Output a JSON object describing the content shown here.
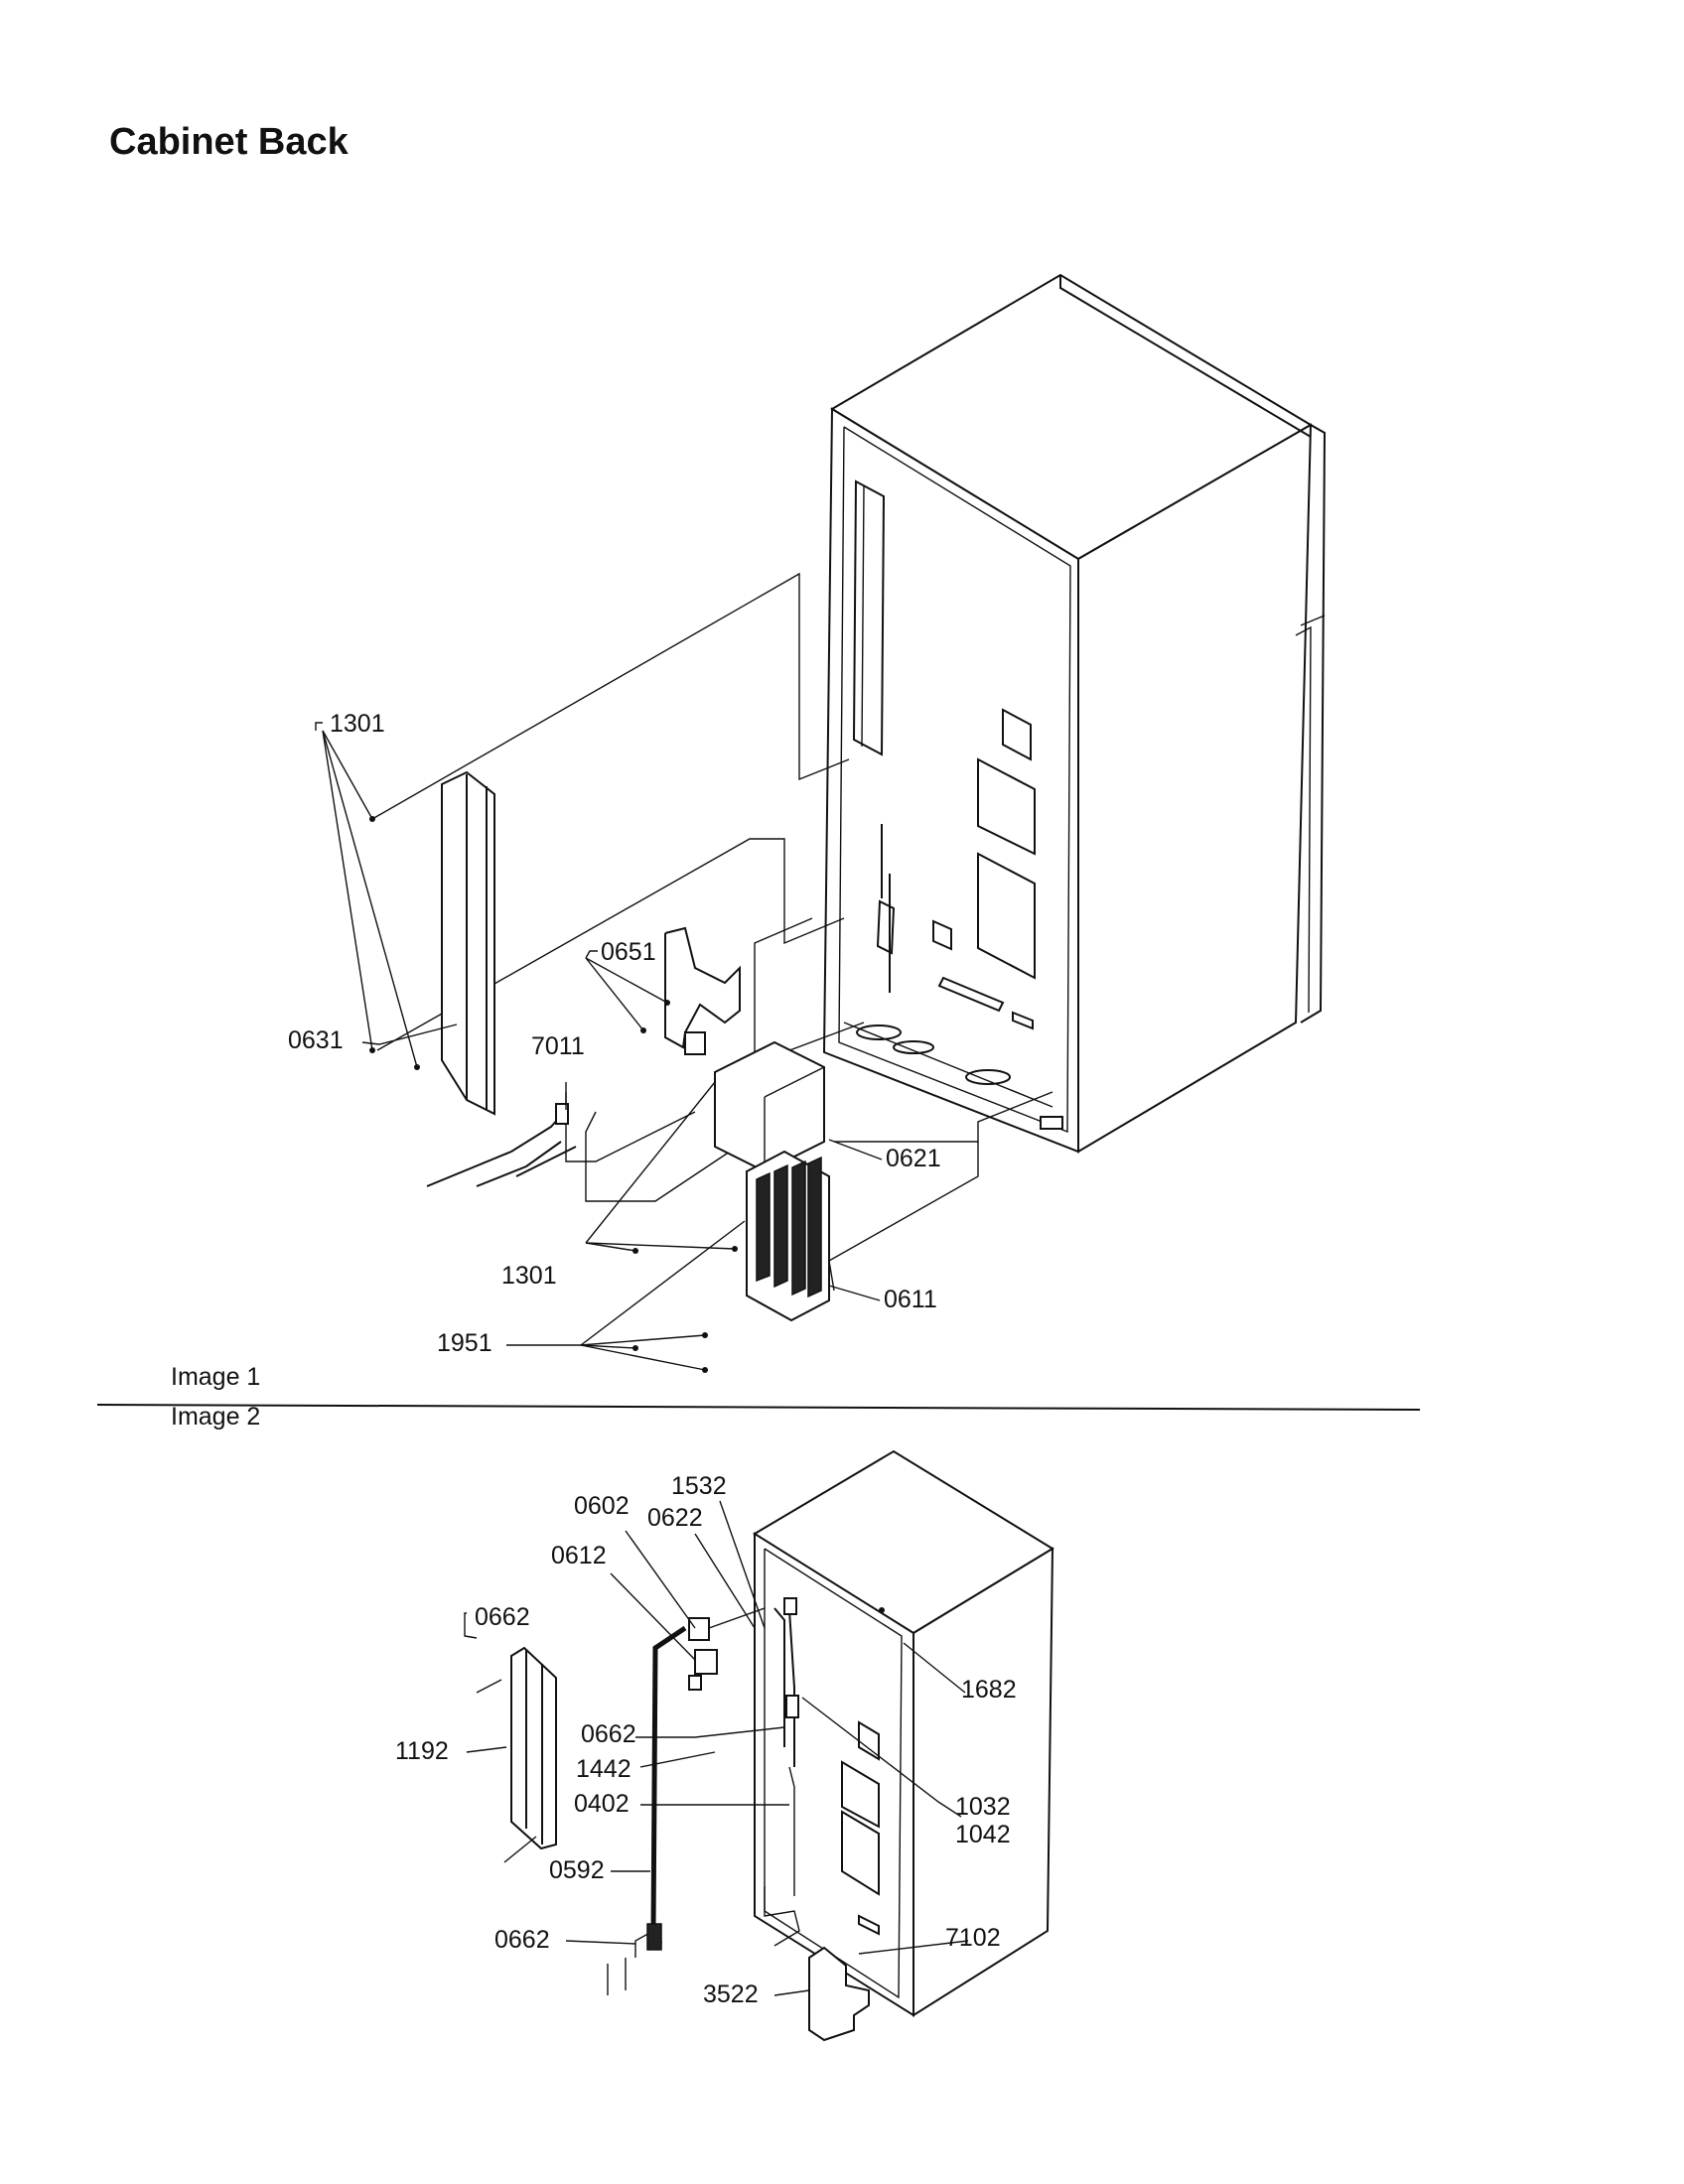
{
  "page": {
    "title": "Cabinet Back",
    "caption_top": "Image 1",
    "caption_bottom": "Image 2"
  },
  "image1": {
    "labels": {
      "l1301_top": "1301",
      "l0631": "0631",
      "l0651": "0651",
      "l7011": "7011",
      "l0621": "0621",
      "l1301_bottom": "1301",
      "l0611": "0611",
      "l1951": "1951"
    }
  },
  "image2": {
    "labels": {
      "l0602": "0602",
      "l1532": "1532",
      "l0622": "0622",
      "l0612": "0612",
      "l0662_top": "0662",
      "l1192": "1192",
      "l0662_mid": "0662",
      "l1442": "1442",
      "l0402": "0402",
      "l0592": "0592",
      "l0662_bottom": "0662",
      "l1682": "1682",
      "l1032": "1032",
      "l1042": "1042",
      "l7102": "7102",
      "l3522": "3522"
    }
  }
}
